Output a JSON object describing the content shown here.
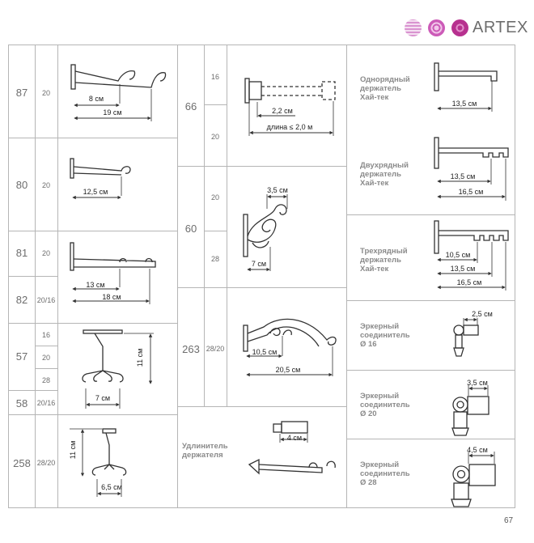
{
  "header": {
    "brand": "ARTEX",
    "logo_colors": [
      "#d993d0",
      "#cc5bb8",
      "#b7318f"
    ]
  },
  "page_number": "67",
  "left_column": [
    {
      "code": "87",
      "diameters": [
        "20"
      ],
      "dims": [
        "8 см",
        "19 см"
      ]
    },
    {
      "code": "80",
      "diameters": [
        "20"
      ],
      "dims": [
        "12,5 см"
      ]
    },
    {
      "code": "81",
      "diameters": [
        "20"
      ],
      "dims": [
        "13 см",
        "18 см"
      ]
    },
    {
      "code": "82",
      "diameters": [
        "20/16"
      ]
    },
    {
      "code": "57",
      "diameters": [
        "16",
        "20",
        "28"
      ],
      "dims": [
        "11 см",
        "7 см"
      ]
    },
    {
      "code": "58",
      "diameters": [
        "20/16"
      ]
    },
    {
      "code": "258",
      "diameters": [
        "28/20"
      ],
      "dims": [
        "11 см",
        "6,5 см"
      ]
    }
  ],
  "middle_column": [
    {
      "code": "66",
      "diameters": [
        "16",
        "20"
      ],
      "dims": [
        "2,2 см",
        "длина ≤ 2,0 м"
      ]
    },
    {
      "code": "60",
      "diameters": [
        "20",
        "28"
      ],
      "dims": [
        "3,5 см",
        "7 см"
      ]
    },
    {
      "code": "263",
      "diameters": [
        "28/20"
      ],
      "dims": [
        "10,5 см",
        "20,5 см"
      ]
    },
    {
      "label": "Удлинитель держателя",
      "dims": [
        "4 см"
      ]
    }
  ],
  "right_column": [
    {
      "label": "Однорядный держатель Хай-тек",
      "dims": [
        "13,5 см"
      ]
    },
    {
      "label": "Двухрядный держатель Хай-тек",
      "dims": [
        "13,5 см",
        "16,5 см"
      ]
    },
    {
      "label": "Трехрядный держатель Хай-тек",
      "dims": [
        "10,5 см",
        "13,5 см",
        "16,5 см"
      ]
    },
    {
      "label": "Эркерный соединитель Ø 16",
      "dims": [
        "2,5 см"
      ]
    },
    {
      "label": "Эркерный соединитель Ø 20",
      "dims": [
        "3,5 см"
      ]
    },
    {
      "label": "Эркерный соединитель Ø 28",
      "dims": [
        "4,5 см"
      ]
    }
  ]
}
